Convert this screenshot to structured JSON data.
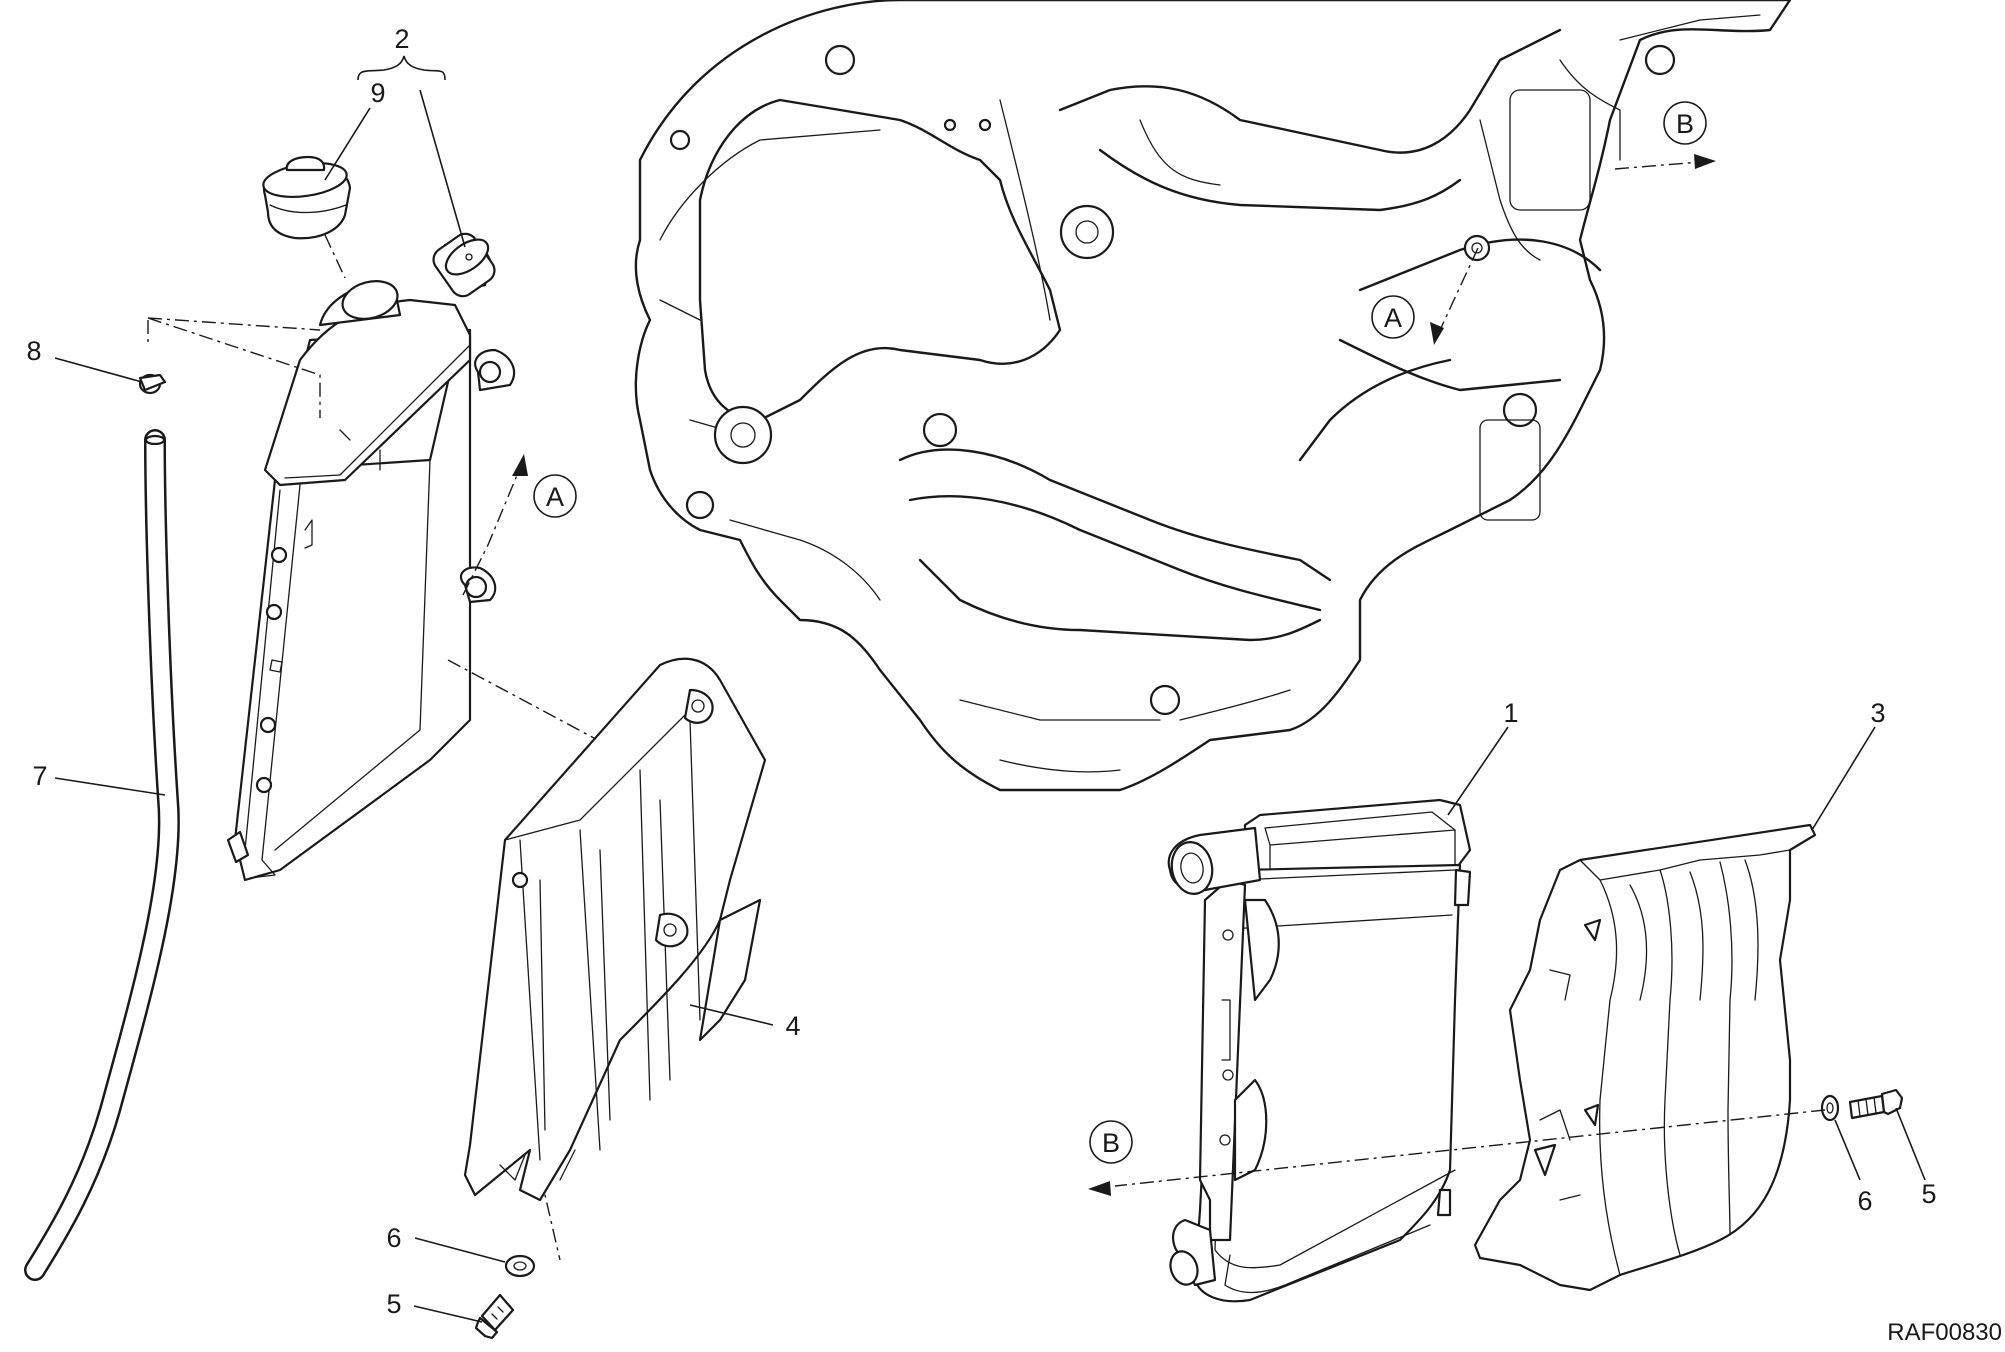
{
  "drawing_code": "RAF00830",
  "callouts": {
    "radiator_right": "1",
    "radiator_left_assembly": "2",
    "radiator_guard_right": "3",
    "radiator_guard_left": "4",
    "screw_left": "5",
    "washer_left": "6",
    "screw_right": "5",
    "washer_right": "6",
    "hose": "7",
    "clamp": "8",
    "cap": "9"
  },
  "reference_marks": {
    "a_left": "A",
    "a_frame": "A",
    "b_frame": "B",
    "b_right": "B"
  }
}
